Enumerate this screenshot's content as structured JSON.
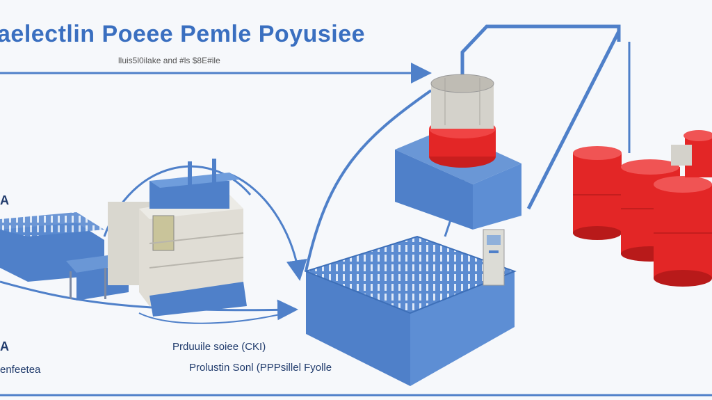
{
  "title": "aelectlin Poeee Pemle Poyusiee",
  "subtitle": "lluis5l0ilake  and  #ls $8E#ile",
  "labels": {
    "left_a_top": "A",
    "left_a_bottom": "A",
    "left_bottom": "enfeetea",
    "center_top": "Prduuile soiee (CKI)",
    "center_bottom": "Prolustin Sonl (PPPsillel Fyolle"
  },
  "colors": {
    "blue": "#4f80c9",
    "red": "#e32626",
    "gray": "#d4d2cb"
  }
}
